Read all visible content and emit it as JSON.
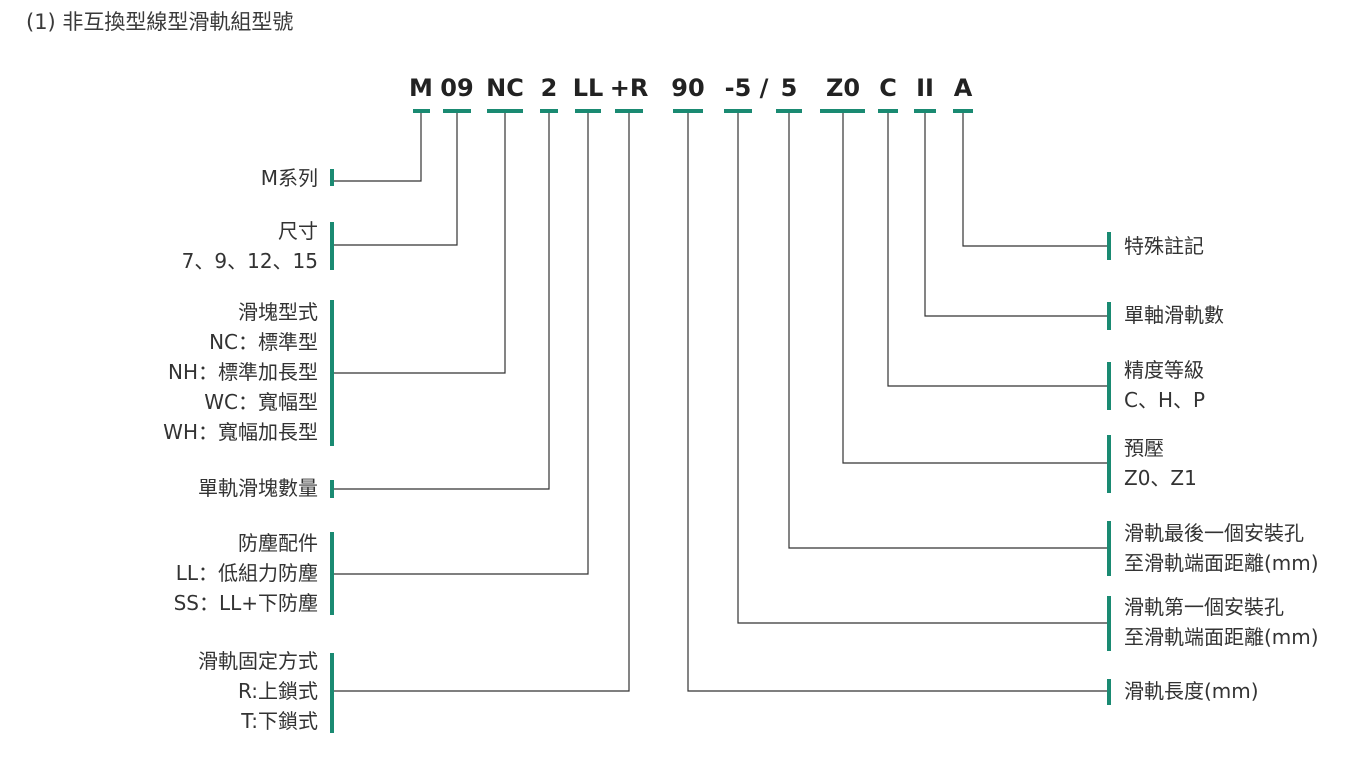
{
  "title": "(1) 非互換型線型滑軌組型號",
  "colors": {
    "accent": "#1a8a72",
    "line": "#333333"
  },
  "code": [
    "M",
    "09",
    "NC",
    "2",
    "LL",
    "+R",
    "90",
    "-5",
    "/",
    "5",
    "Z0",
    "C",
    "II",
    "A"
  ],
  "left_labels": [
    {
      "lines": [
        "M系列"
      ]
    },
    {
      "lines": [
        "尺寸",
        "7、9、12、15"
      ]
    },
    {
      "lines": [
        "滑塊型式",
        "NC：標準型",
        "NH：標準加長型",
        "WC：寬幅型",
        "WH：寬幅加長型"
      ]
    },
    {
      "lines": [
        "單軌滑塊數量"
      ]
    },
    {
      "lines": [
        "防塵配件",
        "LL：低組力防塵",
        "SS：LL+下防塵"
      ]
    },
    {
      "lines": [
        "滑軌固定方式",
        "R:上鎖式",
        "T:下鎖式"
      ]
    }
  ],
  "right_labels": [
    {
      "lines": [
        "特殊註記"
      ]
    },
    {
      "lines": [
        "單軸滑軌數"
      ]
    },
    {
      "lines": [
        "精度等級",
        "C、H、P"
      ]
    },
    {
      "lines": [
        "預壓",
        "Z0、Z1"
      ]
    },
    {
      "lines": [
        "滑軌最後一個安裝孔",
        "至滑軌端面距離(mm)"
      ]
    },
    {
      "lines": [
        "滑軌第一個安裝孔",
        "至滑軌端面距離(mm)"
      ]
    },
    {
      "lines": [
        "滑軌長度(mm)"
      ]
    }
  ]
}
